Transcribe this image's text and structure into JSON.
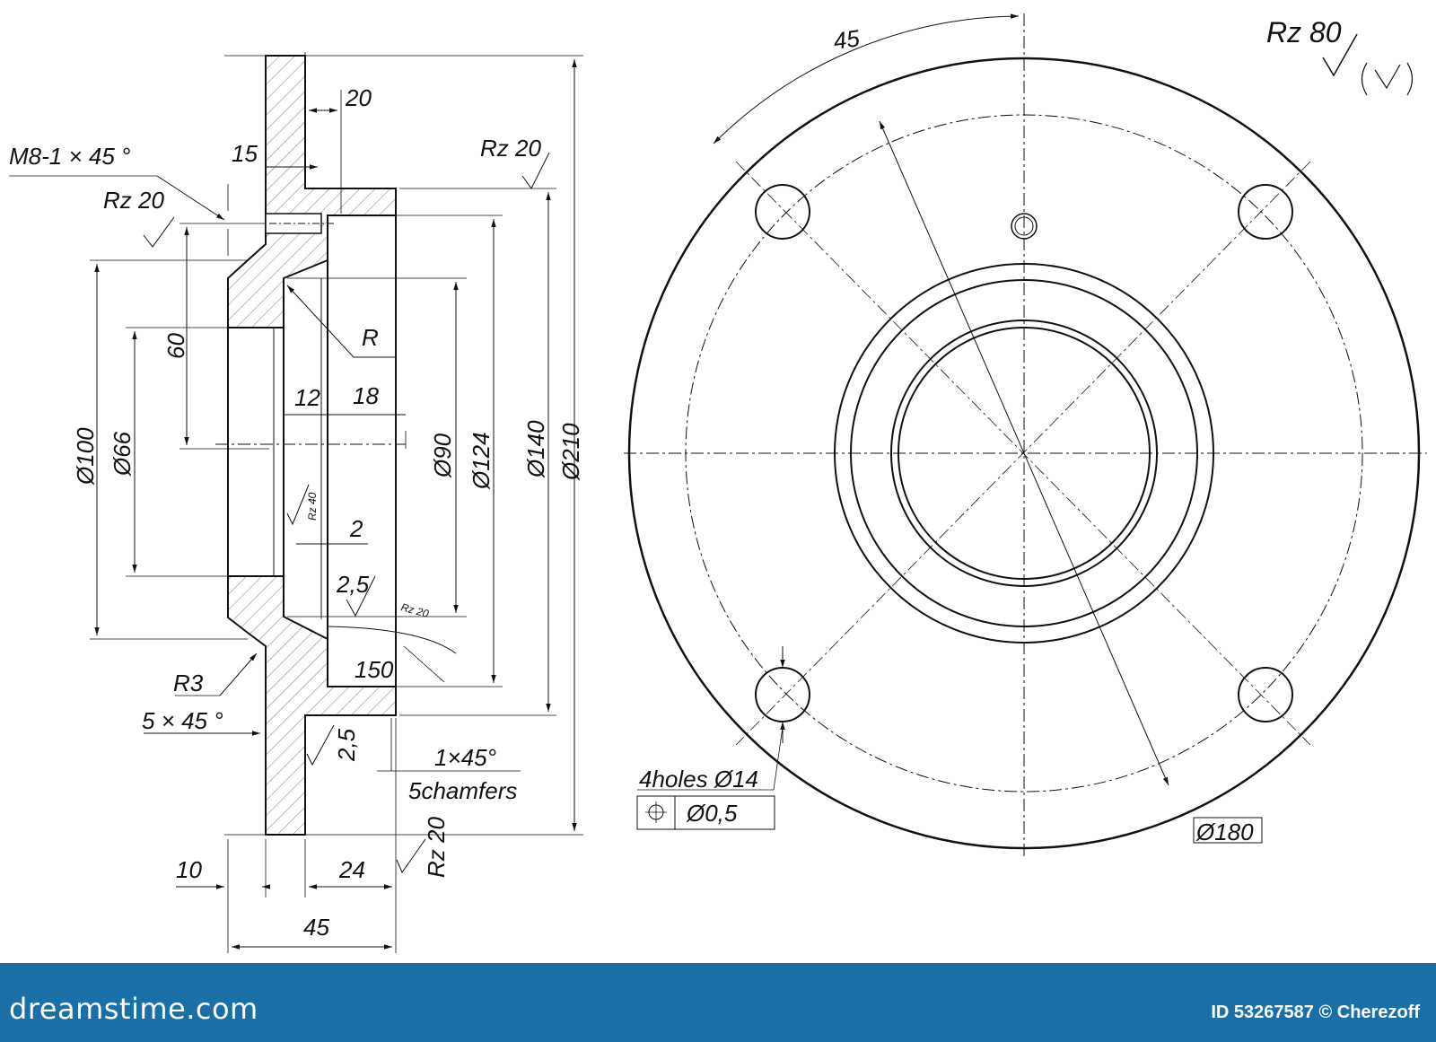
{
  "colors": {
    "ink": "#111111",
    "paper": "#ffffff",
    "footer": "#1a6fa6",
    "footer_text": "#ffffff"
  },
  "section_view": {
    "thread_label": "M8-1 × 45 °",
    "dim_20_top": "20",
    "dim_15": "15",
    "rz20_left": "Rz 20",
    "rz20_top": "Rz 20",
    "dim_60": "60",
    "radius_R": "R",
    "dim_12": "12",
    "dim_18": "18",
    "dia_100": "Ø100",
    "dia_66": "Ø66",
    "dia_90": "Ø90",
    "dia_124": "Ø124",
    "dia_140": "Ø140",
    "dia_210": "Ø210",
    "rz40": "Rz 40",
    "dim_2": "2",
    "dim_2_5_upper": "2,5",
    "rz20_small": "Rz 20",
    "dim_150": "150",
    "radius_R3": "R3",
    "chamfer_5x45": "5 × 45 °",
    "dim_2_5_lower": "2,5",
    "chamfer_1x45": "1×45°",
    "chamfer_count": "5chamfers",
    "rz20_bottom": "Rz 20",
    "dim_10": "10",
    "dim_24": "24",
    "dim_45_bottom": "45"
  },
  "front_view": {
    "angle_45": "45",
    "rz80": "Rz 80",
    "holes_note": "4holes Ø14",
    "position_tolerance": "Ø0,5",
    "pcd_180": "Ø180"
  },
  "footer": {
    "logo": "dreamstime.com",
    "credit": "ID 53267587 © Cherezoff"
  }
}
